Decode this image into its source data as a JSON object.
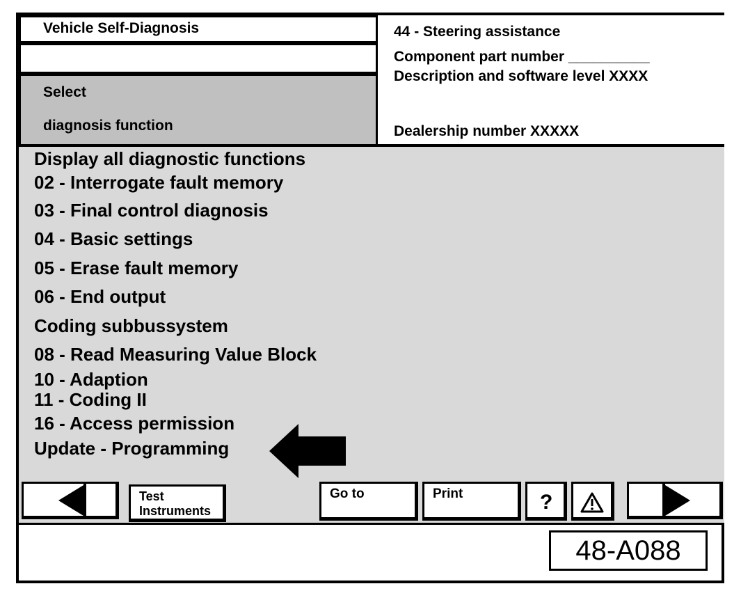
{
  "header": {
    "title": "Vehicle Self-Diagnosis",
    "select_line1": "Select",
    "select_line2": "diagnosis function",
    "info": {
      "system": "44 - Steering assistance",
      "part_number": "Component part number __________",
      "description": "Description and software level XXXX",
      "dealership": "Dealership number XXXXX"
    }
  },
  "menu": {
    "items": [
      "Display all diagnostic functions",
      "02 - Interrogate fault memory",
      "03 - Final control diagnosis",
      "04 - Basic settings",
      "05 - Erase fault memory",
      "06 - End output",
      "Coding subbussystem",
      "08 - Read Measuring Value Block",
      "10 - Adaption",
      "11 - Coding II",
      "16 - Access permission",
      "Update - Programming"
    ],
    "highlighted_item": "Update - Programming"
  },
  "toolbar": {
    "test_instruments": "Test\nInstruments",
    "test_line1": "Test",
    "test_line2": "Instruments",
    "goto_label": "Go to",
    "print_label": "Print",
    "help_label": "?",
    "icons": [
      "back-arrow-icon",
      "help-icon",
      "warning-icon",
      "forward-arrow-icon"
    ]
  },
  "footer": {
    "figure_id": "48-A088"
  }
}
